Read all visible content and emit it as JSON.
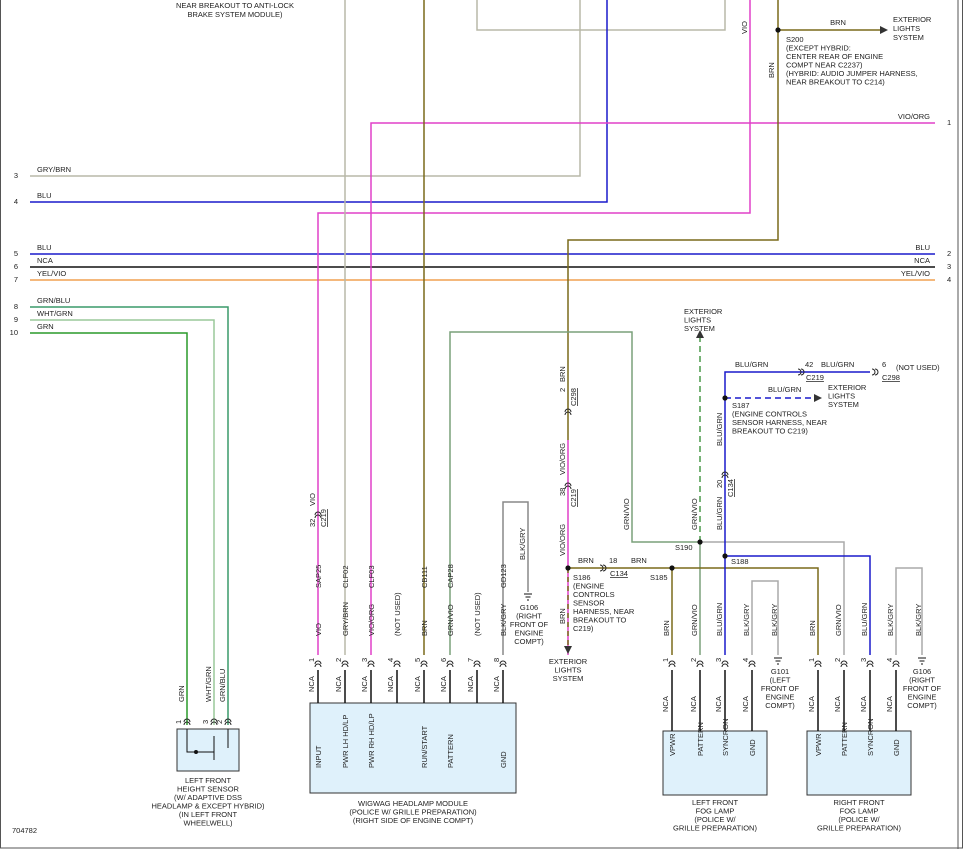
{
  "top_labels": {
    "abs_note_1": "NEAR BREAKOUT TO ANTI-LOCK",
    "abs_note_2": "BRAKE SYSTEM MODULE)"
  },
  "left_pins": [
    {
      "num": "3",
      "label": "GRY/BRN",
      "color": "#b8b8a8"
    },
    {
      "num": "4",
      "label": "BLU",
      "color": "#1a1acc"
    },
    {
      "num": "5",
      "label": "BLU",
      "color": "#1a1acc"
    },
    {
      "num": "6",
      "label": "NCA",
      "color": "#111111"
    },
    {
      "num": "7",
      "label": "YEL/VIO",
      "color": "#f0a050"
    },
    {
      "num": "8",
      "label": "GRN/BLU",
      "color": "#3a9a6a"
    },
    {
      "num": "9",
      "label": "WHT/GRN",
      "color": "#9ac89a"
    },
    {
      "num": "10",
      "label": "GRN",
      "color": "#2a9a2a"
    }
  ],
  "right_pins": [
    {
      "num": "1",
      "label": "VIO/ORG"
    },
    {
      "num": "2",
      "label": "BLU"
    },
    {
      "num": "3",
      "label": "NCA"
    },
    {
      "num": "4",
      "label": "YEL/VIO"
    }
  ],
  "splices": {
    "s200": [
      "S200",
      "(EXCEPT HYBRID:",
      "CENTER REAR OF ENGINE",
      "COMPT NEAR C2237)",
      "(HYBRID: AUDIO JUMPER HARNESS,",
      "NEAR BREAKOUT TO C214)"
    ],
    "s200_brn": "BRN",
    "s200_vio": "VIO",
    "s200_brn_v": "BRN",
    "ext_lights": [
      "EXTERIOR",
      "LIGHTS",
      "SYSTEM"
    ],
    "s187": [
      "S187",
      "(ENGINE CONTROLS",
      "SENSOR HARNESS, NEAR",
      "BREAKOUT TO C219)"
    ],
    "s186": [
      "S186",
      "(ENGINE",
      "CONTROLS",
      "SENSOR",
      "HARNESS, NEAR",
      "BREAKOUT TO",
      "C219)"
    ],
    "s190": "S190",
    "s185": "S185",
    "s188": "S188"
  },
  "c219_branch": {
    "pin42": "42",
    "conn": "C219",
    "wire": "BLU/GRN",
    "pin6": "6",
    "conn2": "C298",
    "not_used": "(NOT USED)",
    "wire2": "BLU/GRN",
    "ext": [
      "EXTERIOR",
      "LIGHTS",
      "SYSTEM"
    ]
  },
  "mid_wires": {
    "brn_2": "2",
    "brn_lbl": "BRN",
    "c298": "C298",
    "vio_org": "VIO/ORG",
    "pin38": "38",
    "c219": "C219",
    "vio_org2": "VIO/ORG",
    "brn_18a": "BRN",
    "pin18": "18",
    "c134": "C134",
    "brn_18b": "BRN",
    "brn_dn": "BRN",
    "ext_lights": [
      "EXTERIOR",
      "LIGHTS",
      "SYSTEM"
    ],
    "grn_vio": "GRN/VIO",
    "grn_vio2": "GRN/VIO",
    "blu_grn": "BLU/GRN",
    "pin20": "20",
    "c134b": "C134",
    "blu_grn2": "BLU/GRN",
    "ext_top": [
      "EXTERIOR",
      "LIGHTS",
      "SYSTEM"
    ],
    "vio32": "VIO",
    "pin32": "32",
    "c219b": "C219"
  },
  "ground_g106a": [
    "G106",
    "(RIGHT",
    "FRONT OF",
    "ENGINE",
    "COMPT)"
  ],
  "ground_blkgry": "BLK/GRY",
  "ground_g101": [
    "G101",
    "(LEFT",
    "FRONT OF",
    "ENGINE",
    "COMPT)"
  ],
  "ground_g106b": [
    "G106",
    "(RIGHT",
    "FRONT OF",
    "ENGINE",
    "COMPT)"
  ],
  "wigwag": {
    "circuits": [
      "SAP25",
      "CLF02",
      "CLF03",
      "",
      "CB111",
      "CAP28",
      "",
      "GD123"
    ],
    "wires": [
      "VIO",
      "GRY/BRN",
      "VIO/ORG",
      "(NOT USED)",
      "BRN",
      "GRN/VIO",
      "(NOT USED)",
      "BLK/GRY"
    ],
    "pins": [
      "1",
      "2",
      "3",
      "4",
      "5",
      "6",
      "7",
      "8"
    ],
    "nca": [
      "NCA",
      "NCA",
      "NCA",
      "NCA",
      "NCA",
      "NCA",
      "NCA",
      "NCA"
    ],
    "functions": [
      "INPUT",
      "PWR LH HD/LP",
      "PWR RH HD/LP",
      "",
      "RUN/START",
      "PATTERN",
      "",
      "GND"
    ],
    "caption": [
      "WIGWAG HEADLAMP MODULE",
      "(POLICE W/ GRILLE PREPARATION)",
      "(RIGHT SIDE OF ENGINE COMPT)"
    ]
  },
  "height_sensor": {
    "wires": [
      "GRN",
      "WHT/GRN",
      "GRN/BLU"
    ],
    "pins": [
      "1",
      "3",
      "2"
    ],
    "caption": [
      "LEFT FRONT",
      "HEIGHT SENSOR",
      "(W/ ADAPTIVE DSS",
      "HEADLAMP & EXCEPT HYBRID)",
      "(IN LEFT FRONT",
      "WHEELWELL)"
    ]
  },
  "left_fog": {
    "wires": [
      "BRN",
      "GRN/VIO",
      "BLU/GRN",
      "BLK/GRY"
    ],
    "pins": [
      "1",
      "2",
      "3",
      "4"
    ],
    "nca": [
      "NCA",
      "NCA",
      "NCA",
      "NCA"
    ],
    "functions": [
      "VPWR",
      "PATTERN",
      "SYNCRON",
      "GND"
    ],
    "gnd_wire": "BLK/GRY",
    "caption": [
      "LEFT FRONT",
      "FOG LAMP",
      "(POLICE W/",
      "GRILLE PREPARATION)"
    ]
  },
  "right_fog": {
    "wires": [
      "BRN",
      "GRN/VIO",
      "BLU/GRN",
      "BLK/GRY"
    ],
    "pins": [
      "1",
      "2",
      "3",
      "4"
    ],
    "nca": [
      "NCA",
      "NCA",
      "NCA",
      "NCA"
    ],
    "functions": [
      "VPWR",
      "PATTERN",
      "SYNCRON",
      "GND"
    ],
    "gnd_wire": "BLK/GRY",
    "caption": [
      "RIGHT FRONT",
      "FOG LAMP",
      "(POLICE W/",
      "GRILLE PREPARATION)"
    ]
  },
  "figure_id": "704782",
  "colors": {
    "brn": "#7a6a1a",
    "vio": "#e040c8",
    "blu": "#1a1acc",
    "gry": "#b8b8a8",
    "grnvio": "#7aa07a",
    "grn": "#2a9a2a",
    "yel": "#f0a050",
    "grnblu": "#3a9a6a",
    "whtgrn": "#9ac89a"
  }
}
